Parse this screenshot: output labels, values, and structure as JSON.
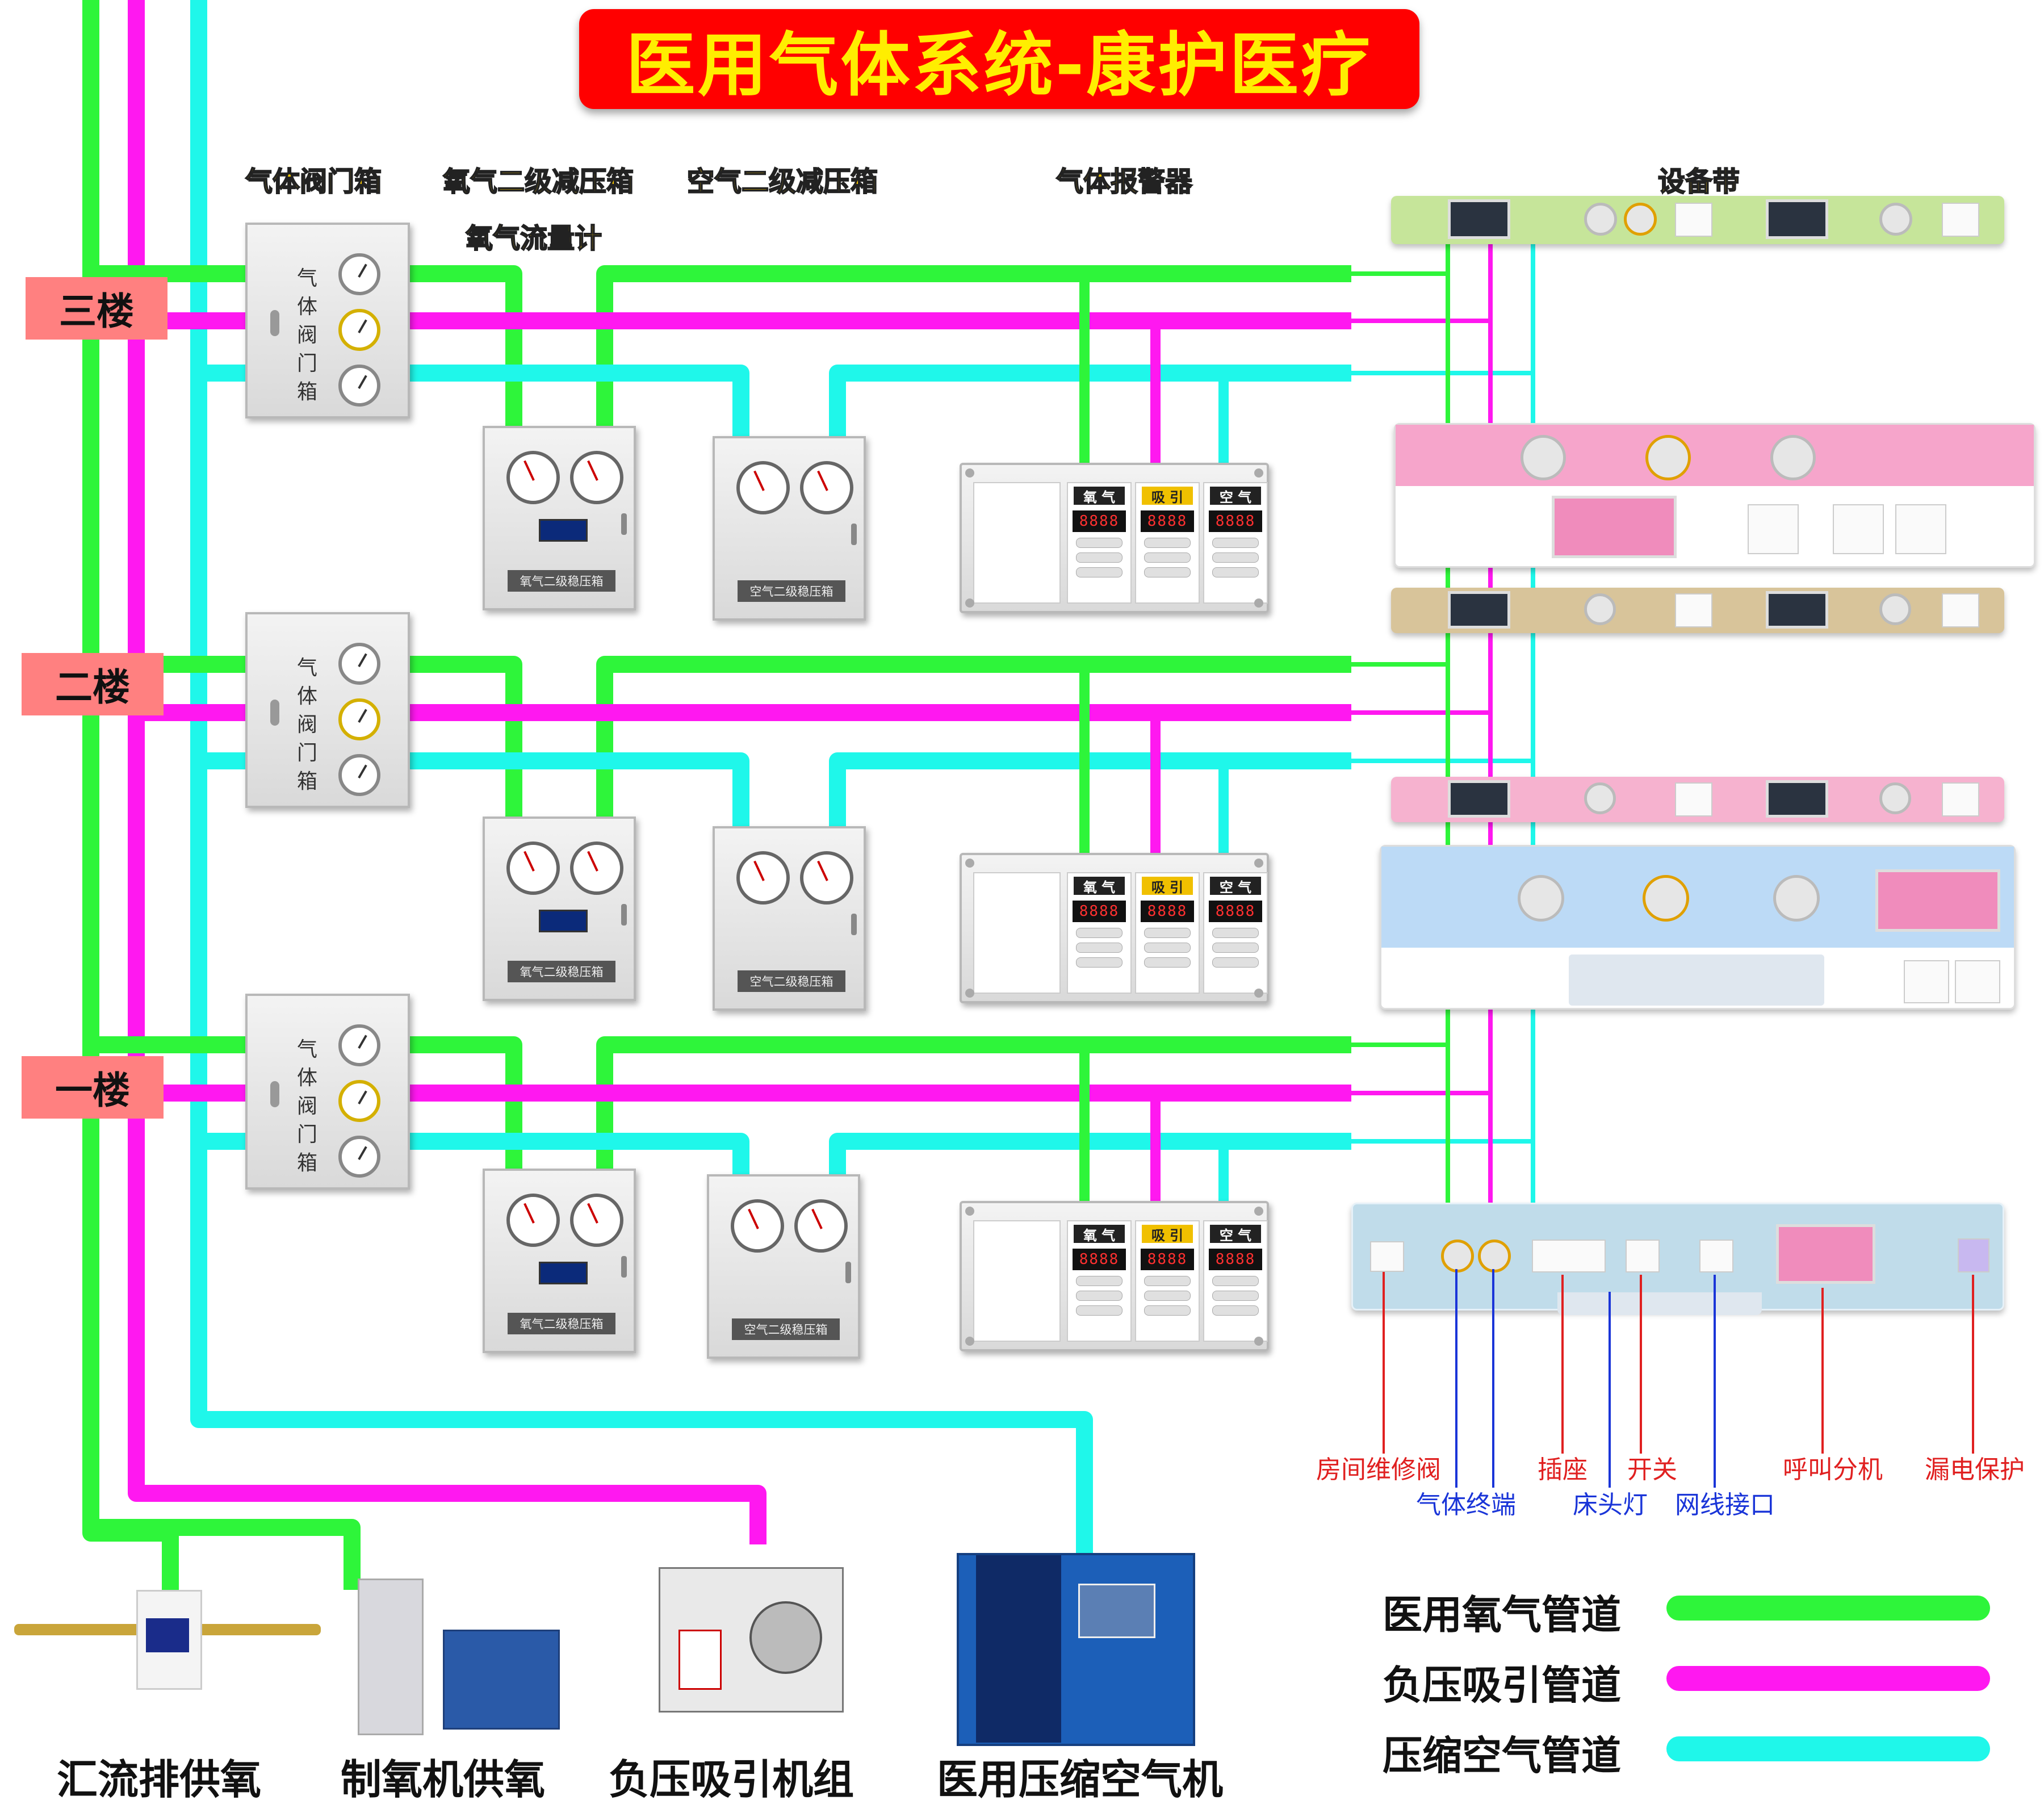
{
  "title": "医用气体系统-康护医疗",
  "colors": {
    "oxygen": "#2ef53a",
    "suction": "#ff18f0",
    "air": "#1ff7ea",
    "title_bg": "#ff0000",
    "title_text": "#ffee00",
    "floor_tag": "#ff8080"
  },
  "floors": [
    "三楼",
    "二楼",
    "一楼"
  ],
  "components": {
    "valve_box": "气体阀门箱",
    "oxygen_regulator": "氧气二级减压箱",
    "oxygen_flowmeter": "氧气流量计",
    "air_regulator": "空气二级减压箱",
    "alarm": "气体报警器",
    "bed_panel": "设备带"
  },
  "valve_box_text": "气体阀门箱",
  "regulator_plates": {
    "oxygen": "氧气二级稳压箱",
    "air": "空气二级稳压箱"
  },
  "alarm_headers": [
    "氧 气",
    "吸 引",
    "空 气"
  ],
  "alarm_digits": "8888",
  "panel_callouts": {
    "room_valve": "房间维修阀",
    "gas_terminal": "气体终端",
    "socket": "插座",
    "switch": "开关",
    "bed_light": "床头灯",
    "network_port": "网线接口",
    "call_extension": "呼叫分机",
    "leakage_protection": "漏电保护"
  },
  "sources": {
    "manifold": "汇流排供氧",
    "oxygen_generator": "制氧机供氧",
    "vacuum_unit": "负压吸引机组",
    "air_compressor": "医用压缩空气机"
  },
  "legend": [
    {
      "label": "医用氧气管道",
      "color": "#2ef53a"
    },
    {
      "label": "负压吸引管道",
      "color": "#ff18f0"
    },
    {
      "label": "压缩空气管道",
      "color": "#1ff7ea"
    }
  ]
}
